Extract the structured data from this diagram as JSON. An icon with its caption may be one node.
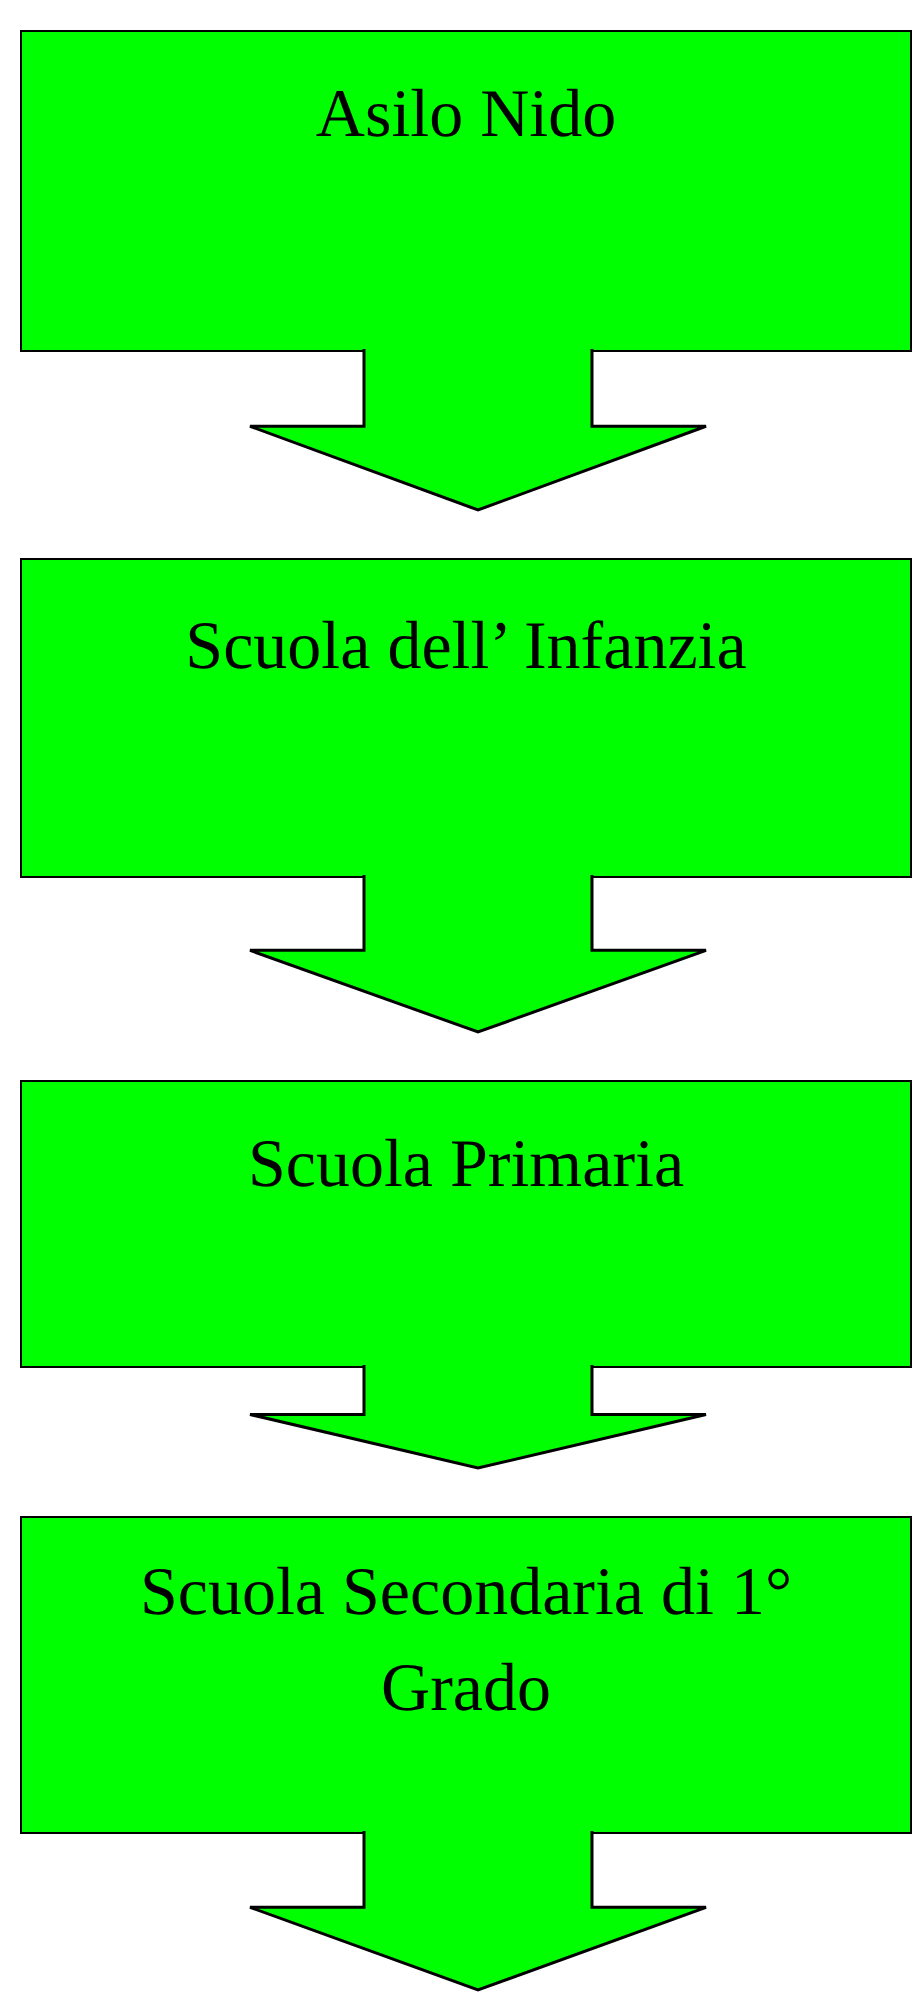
{
  "diagram": {
    "nodes": [
      {
        "text": [
          "Asilo Nido"
        ]
      },
      {
        "text": [
          "Scuola dell’ Infanzia"
        ]
      },
      {
        "text": [
          "Scuola Primaria"
        ]
      },
      {
        "text": [
          "Scuola Secondaria di 1° Grado"
        ]
      }
    ],
    "edges": [
      {
        "from": 0,
        "to": 1,
        "arrow": "to"
      },
      {
        "from": 1,
        "to": 2,
        "arrow": "to"
      },
      {
        "from": 2,
        "to": 3,
        "arrow": "to"
      },
      {
        "from": 3,
        "to": null,
        "arrow": "to"
      }
    ]
  }
}
